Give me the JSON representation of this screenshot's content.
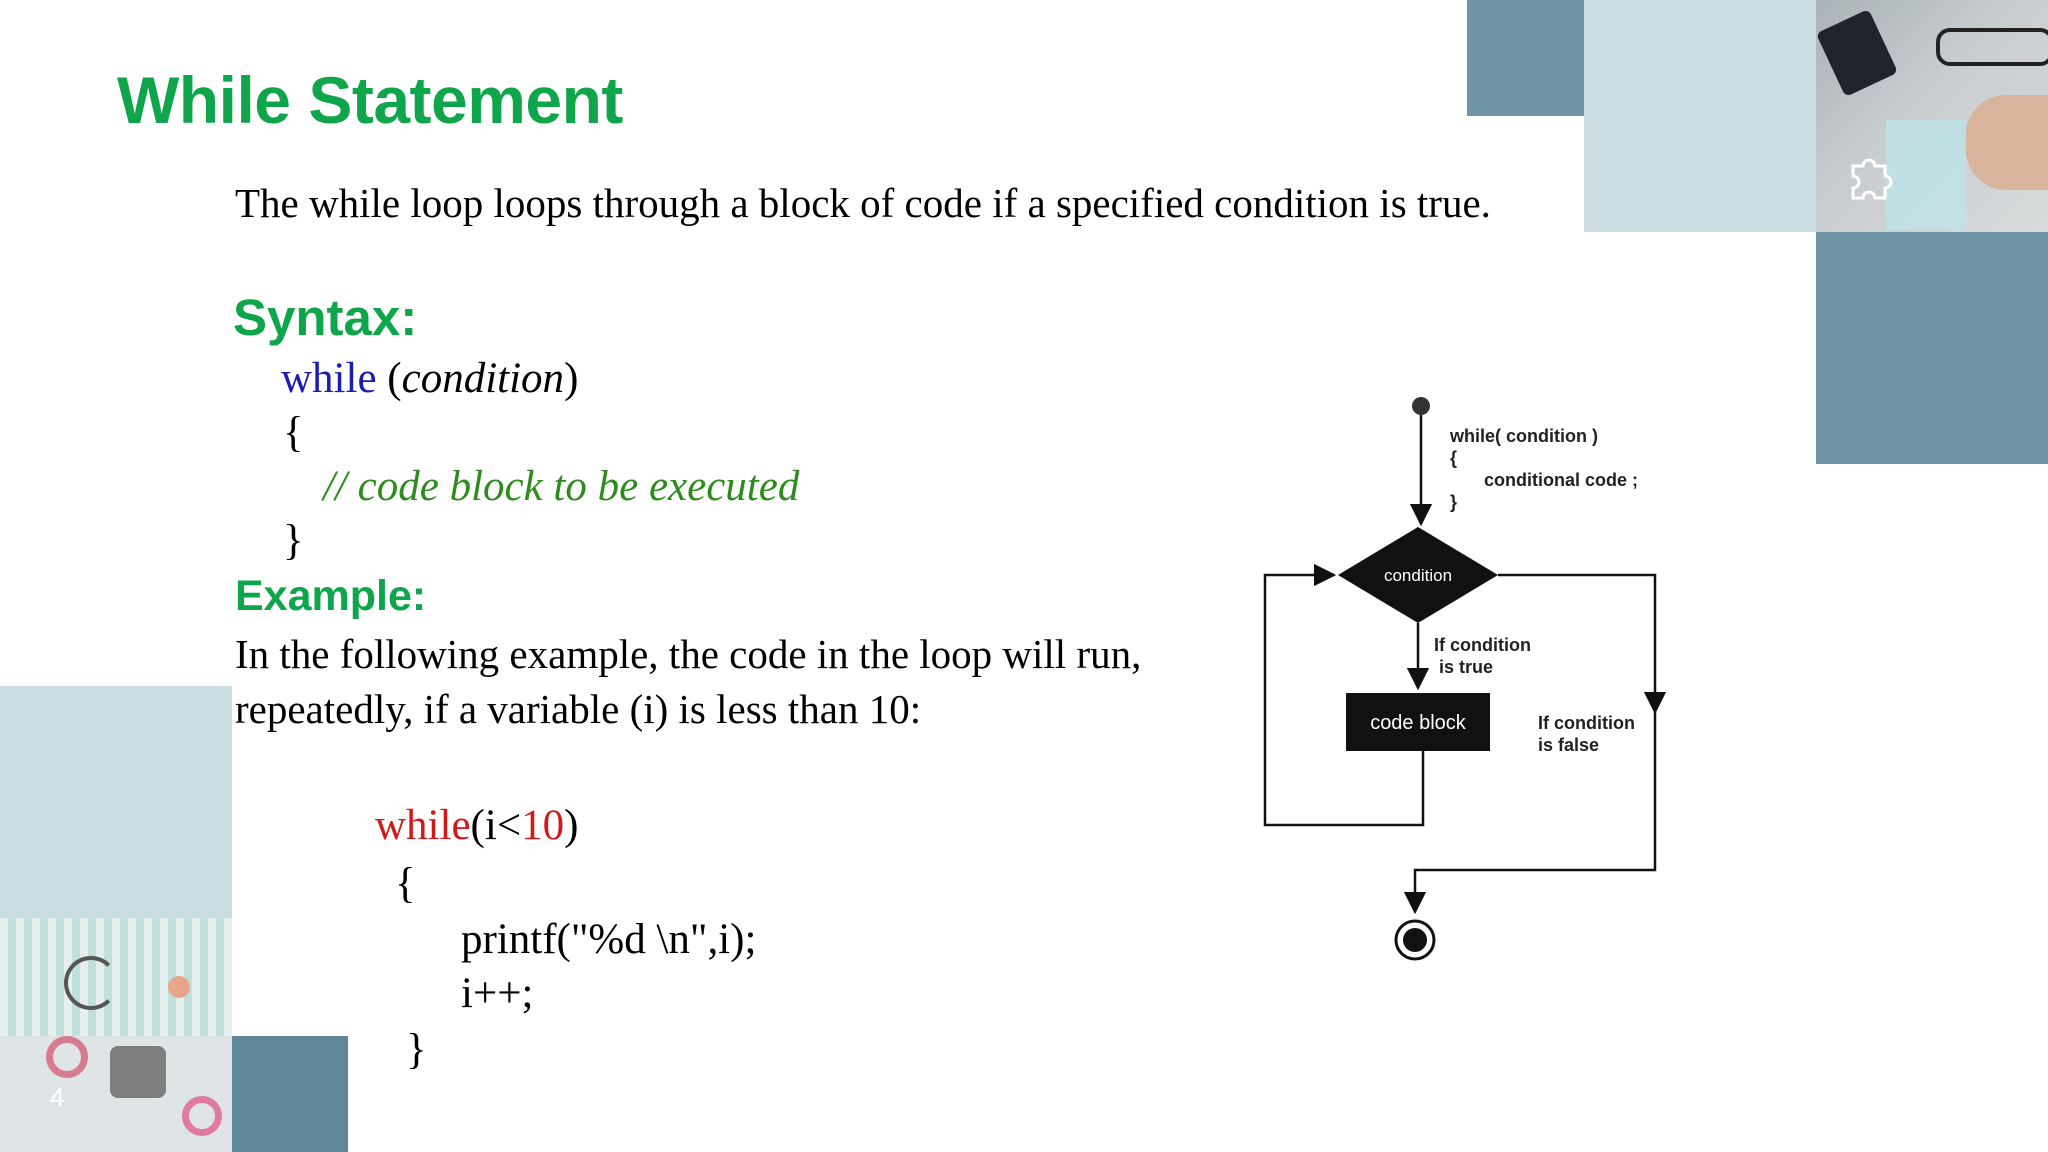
{
  "slide": {
    "title": "While Statement",
    "intro": "The while loop loops through a block of code if a specified condition is true.",
    "syntax_heading": "Syntax:",
    "syntax": {
      "keyword": "while",
      "open_paren": "(",
      "condition": "condition",
      "close_paren": ")",
      "open_brace": "{",
      "comment": "// code block to be executed",
      "close_brace": "}"
    },
    "example_heading": "Example:",
    "example_desc": "In the following example, the code in the loop will run, repeatedly, if a variable (i) is less than 10:",
    "example_code": {
      "keyword": "while",
      "cond_start": "(i<",
      "number": "10",
      "cond_end": ")",
      "open_brace": "{",
      "line1": "printf(\"%d \\n\",i);",
      "line2": "i++;",
      "close_brace": "}"
    },
    "page_number": "4"
  },
  "flowchart": {
    "code_line1": "while( condition )",
    "code_line2": "{",
    "code_line3": "conditional code ;",
    "code_line4": "}",
    "condition_label": "condition",
    "true_line1": "If condition",
    "true_line2": "is true",
    "block_label": "code block",
    "false_line1": "If condition",
    "false_line2": "is false"
  },
  "colors": {
    "title_green": "#0fa54b",
    "keyword_blue": "#1c1cb0",
    "comment_green": "#2e8b1e",
    "keyword_red": "#d01a1a",
    "deco_slate": "#6f95a6",
    "deco_light": "#cbdde2"
  },
  "icons": [
    "puzzle-icon",
    "scissors-icon",
    "thread-spool-icon"
  ]
}
